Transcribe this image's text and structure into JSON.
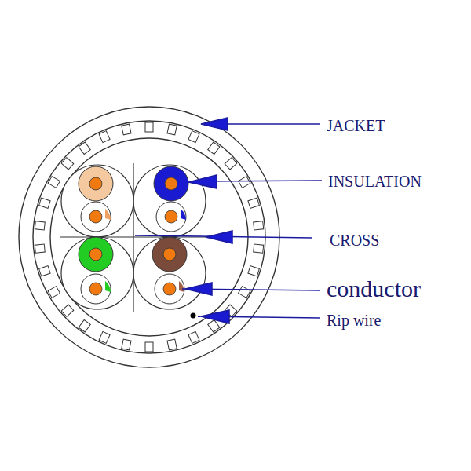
{
  "diagram": {
    "labels": [
      "JACKET",
      "INSULATION",
      "CROSS",
      "conductor",
      "Rip wire"
    ]
  }
}
